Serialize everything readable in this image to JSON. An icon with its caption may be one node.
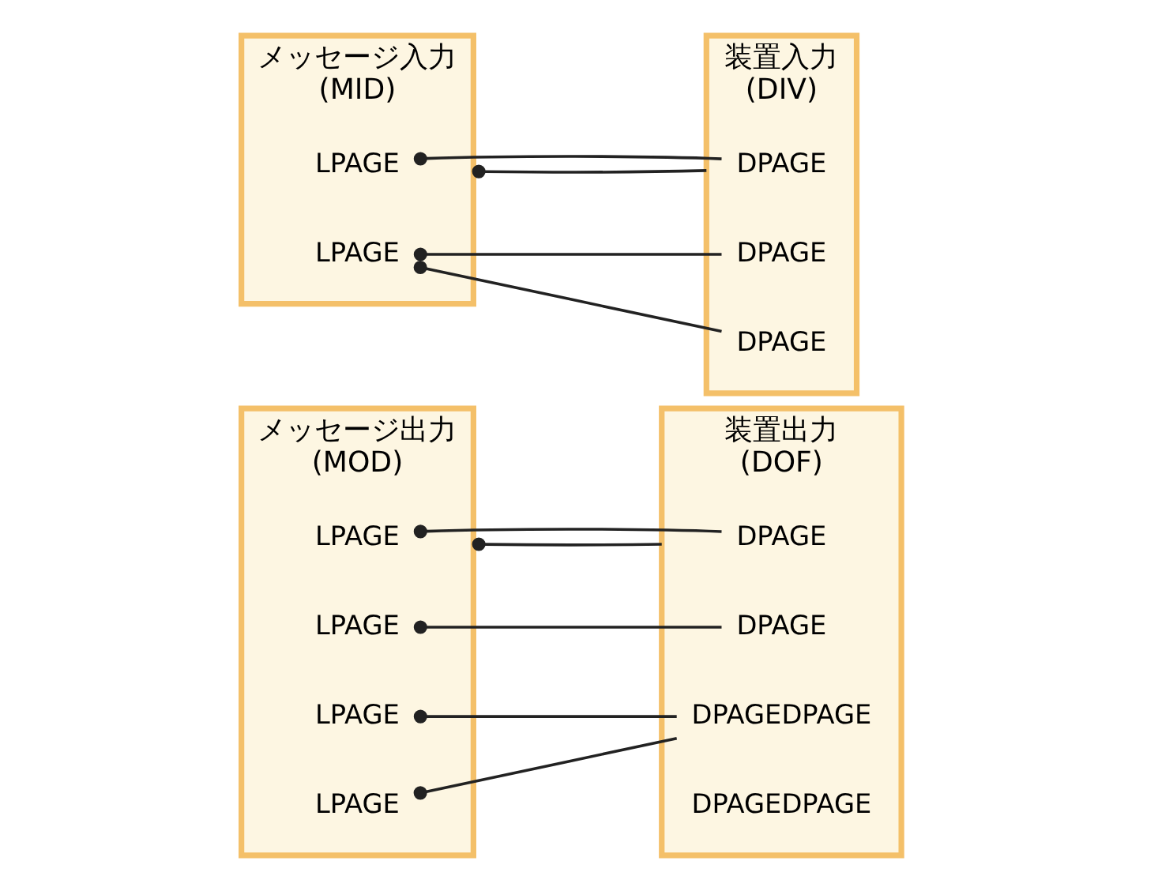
{
  "diagram": {
    "nodes": [
      {
        "text": [
          "メッセージ出力",
          "(MOD)"
        ]
      },
      {
        "text": [
          "LPAGE"
        ],
        "in": 0
      },
      {
        "text": [
          "LPAGE"
        ],
        "in": 0
      },
      {
        "text": [
          "LPAGE"
        ],
        "in": 0
      },
      {
        "text": [
          "LPAGE"
        ],
        "in": 0
      },
      {
        "text": [
          "装置出力",
          "(DOF)"
        ]
      },
      {
        "text": [
          "DPAGE"
        ],
        "in": 5
      },
      {
        "text": [
          "DPAGE"
        ],
        "in": 5
      },
      {
        "text": [
          "DPAGEDPAGE"
        ],
        "in": 5
      },
      {
        "text": [
          "DPAGEDPAGE"
        ],
        "in": 5
      },
      {
        "text": [
          "メッセージ入力",
          "(MID)"
        ]
      },
      {
        "text": [
          "LPAGE"
        ],
        "in": 10
      },
      {
        "text": [
          "LPAGE"
        ],
        "in": 10
      },
      {
        "text": [
          "装置入力",
          "(DIV)"
        ]
      },
      {
        "text": [
          "DPAGE"
        ],
        "in": 13
      },
      {
        "text": [
          "DPAGE"
        ],
        "in": 13
      },
      {
        "text": [
          "DPAGE"
        ],
        "in": 13
      }
    ],
    "edges": [
      {
        "from": 0,
        "to": 5,
        "arrow": "other"
      },
      {
        "from": 1,
        "to": 6,
        "arrow": "other"
      },
      {
        "from": 2,
        "to": 7,
        "arrow": "other"
      },
      {
        "from": 3,
        "to": 8,
        "arrow": "other"
      },
      {
        "from": 4,
        "to": 8,
        "arrow": "other"
      },
      {
        "from": 10,
        "to": 13,
        "arrow": "other"
      },
      {
        "from": 11,
        "to": 14,
        "arrow": "other"
      },
      {
        "from": 12,
        "to": 15,
        "arrow": "other"
      },
      {
        "from": 12,
        "to": 16,
        "arrow": "other"
      }
    ]
  }
}
